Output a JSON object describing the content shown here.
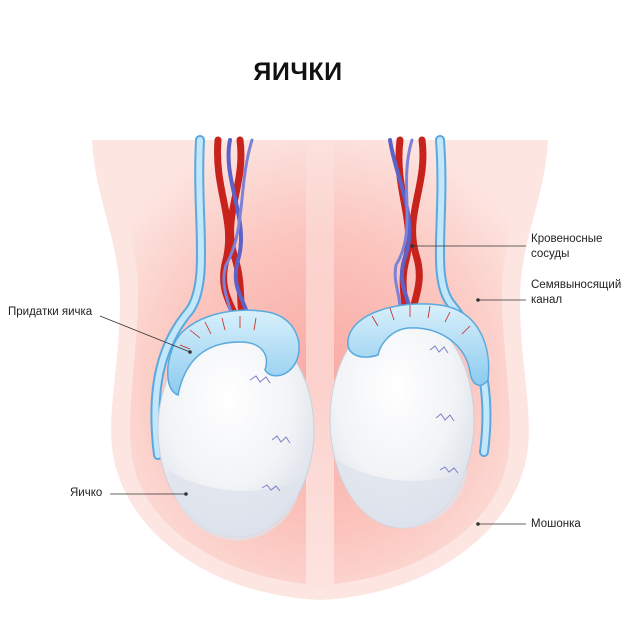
{
  "title": "ЯИЧКИ",
  "labels": {
    "epididymis": "Придатки яичка",
    "testicle": "Яичко",
    "blood_vessels_line1": "Кровеносные",
    "blood_vessels_line2": "сосуды",
    "vas_deferens_line1": "Семявыносящий",
    "vas_deferens_line2": "канал",
    "scrotum": "Мошонка"
  },
  "colors": {
    "scrotum_outer": "#fde3de",
    "scrotum_inner": "#f7b1aa",
    "artery": "#c8221d",
    "vein": "#5c62c8",
    "duct": "#9fd3f2",
    "epididymis": "#a9dcf5",
    "testis": "#f2f4f7"
  }
}
